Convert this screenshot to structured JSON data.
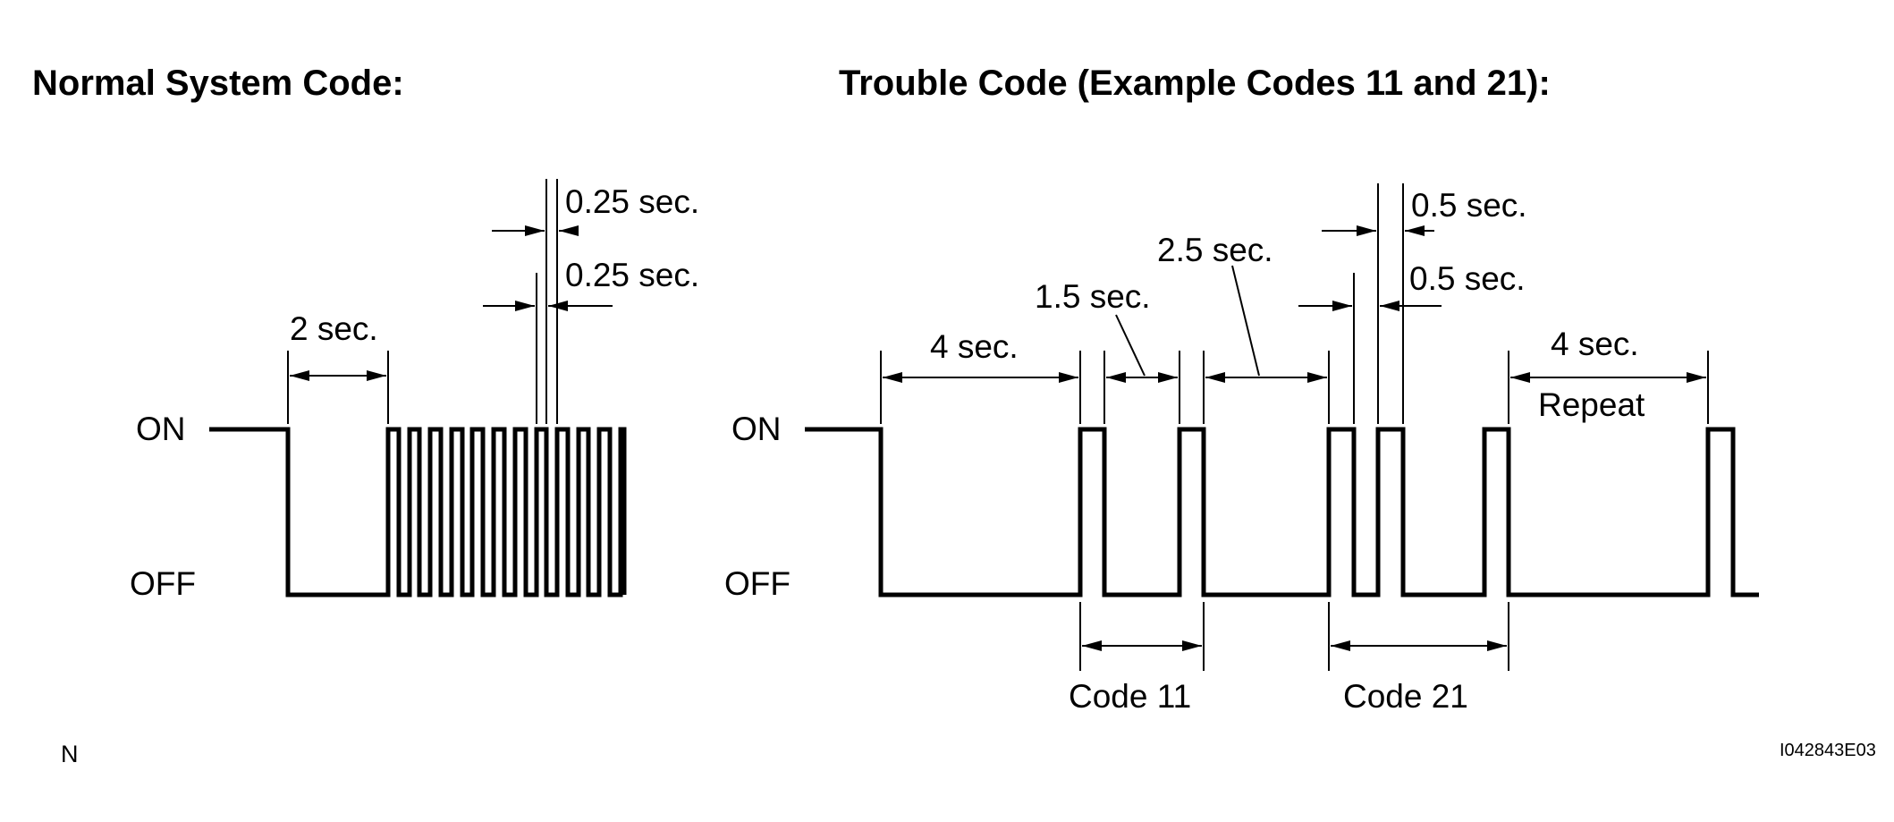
{
  "headings": {
    "normal": "Normal System Code:",
    "trouble": "Trouble Code (Example Codes 11 and 21):"
  },
  "normal": {
    "on_label": "ON",
    "off_label": "OFF",
    "dim_2sec": "2 sec.",
    "dim_025_off": "0.25 sec.",
    "dim_025_on": "0.25 sec."
  },
  "trouble": {
    "on_label": "ON",
    "off_label": "OFF",
    "dim_4sec": "4 sec.",
    "dim_15sec": "1.5 sec.",
    "dim_25sec": "2.5 sec.",
    "dim_05_on": "0.5 sec.",
    "dim_05_off": "0.5 sec.",
    "dim_4sec_repeat": "4 sec.",
    "repeat": "Repeat",
    "code11": "Code 11",
    "code21": "Code 21"
  },
  "footer": {
    "left_mark": "N",
    "figure_id": "I042843E03"
  }
}
